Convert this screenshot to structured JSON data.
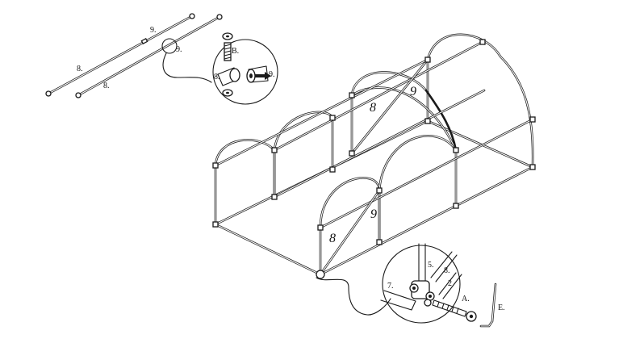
{
  "diagram": {
    "colors": {
      "line": "#1a1a1a",
      "background": "#ffffff"
    },
    "top_detail": {
      "rod_labels": [
        "9.",
        "9.",
        "8.",
        "8."
      ],
      "zoom_labels": {
        "bolt": "B.",
        "pipe_a": "8.",
        "pipe_b": "9."
      }
    },
    "frame_labels": {
      "upper_diag": "8",
      "upper_brace": "9",
      "lower_brace": "9",
      "lower_diag": "8"
    },
    "bottom_detail": {
      "labels": {
        "pipe": "7.",
        "upright": "5.",
        "diag": "8.",
        "arc": "2",
        "bolt": "A.",
        "wrench": "E."
      }
    }
  }
}
